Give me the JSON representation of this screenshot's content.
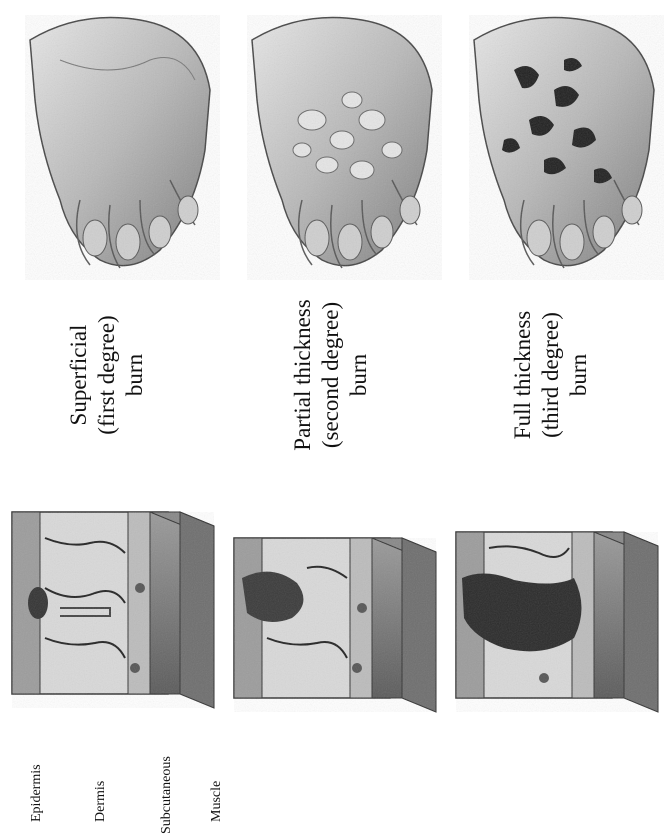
{
  "burns": [
    {
      "line1": "Superficial",
      "line2": "(first degree)",
      "line3": "burn"
    },
    {
      "line1": "Partial thickness",
      "line2": "(second degree)",
      "line3": "burn"
    },
    {
      "line1": "Full thickness",
      "line2": "(third degree)",
      "line3": "burn"
    }
  ],
  "layers": {
    "epidermis": "Epidermis",
    "dermis": "Dermis",
    "subcutaneous": "Subcutaneous",
    "muscle": "Muscle"
  }
}
